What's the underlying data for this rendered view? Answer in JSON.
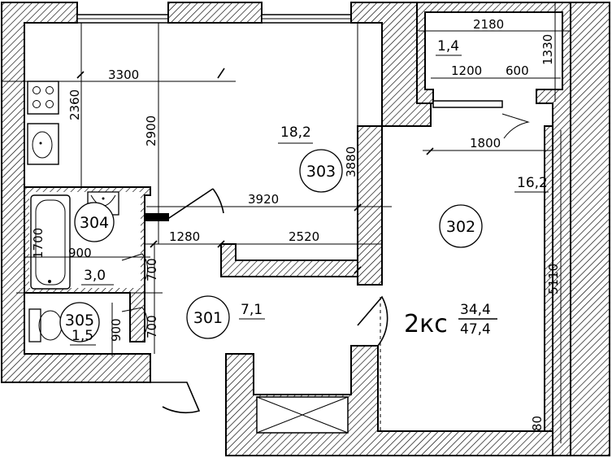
{
  "plan": {
    "apartment_type": "2кс",
    "living_area": "34,4",
    "total_area": "47,4",
    "rooms": [
      {
        "number": "301",
        "area": "7,1"
      },
      {
        "number": "302",
        "area": "16,2"
      },
      {
        "number": "303",
        "area": "18,2"
      },
      {
        "number": "304",
        "area": "3,0"
      },
      {
        "number": "305",
        "area": "1,5"
      }
    ],
    "balcony_area": "1,4",
    "dimensions": {
      "d3300": "3300",
      "d2360": "2360",
      "d2900": "2900",
      "d3880": "3880",
      "d3920": "3920",
      "d1800": "1800",
      "d1280": "1280",
      "d2520": "2520",
      "d1700": "1700",
      "d900a": "900",
      "d700a": "700",
      "d700b": "700",
      "d900b": "900",
      "d5110": "5110",
      "d2180": "2180",
      "d1330": "1330",
      "d1200": "1200",
      "d600": "600",
      "d80": "80"
    }
  }
}
